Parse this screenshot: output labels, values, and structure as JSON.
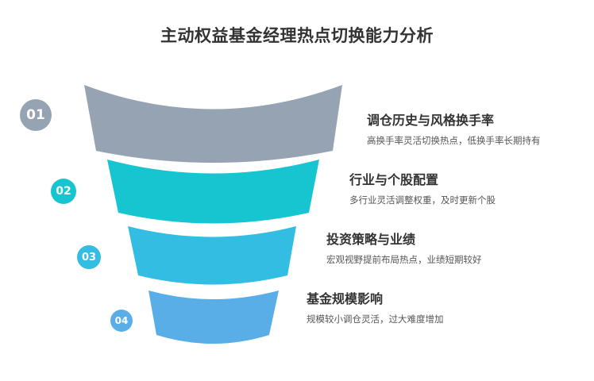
{
  "title": "主动权益基金经理热点切换能力分析",
  "stages": [
    {
      "number": "01",
      "heading": "调仓历史与风格换手率",
      "description": "高换手率灵活切换热点，低换手率长期持有",
      "color": "#96A3B3"
    },
    {
      "number": "02",
      "heading": "行业与个股配置",
      "description": "多行业灵活调整权重，及时更新个股",
      "color": "#17C5D0"
    },
    {
      "number": "03",
      "heading": "投资策略与业绩",
      "description": "宏观视野提前布局热点，业绩短期较好",
      "color": "#33BDE2"
    },
    {
      "number": "04",
      "heading": "基金规模影响",
      "description": "规模较小调仓灵活，过大难度增加",
      "color": "#5AAEE8"
    }
  ]
}
